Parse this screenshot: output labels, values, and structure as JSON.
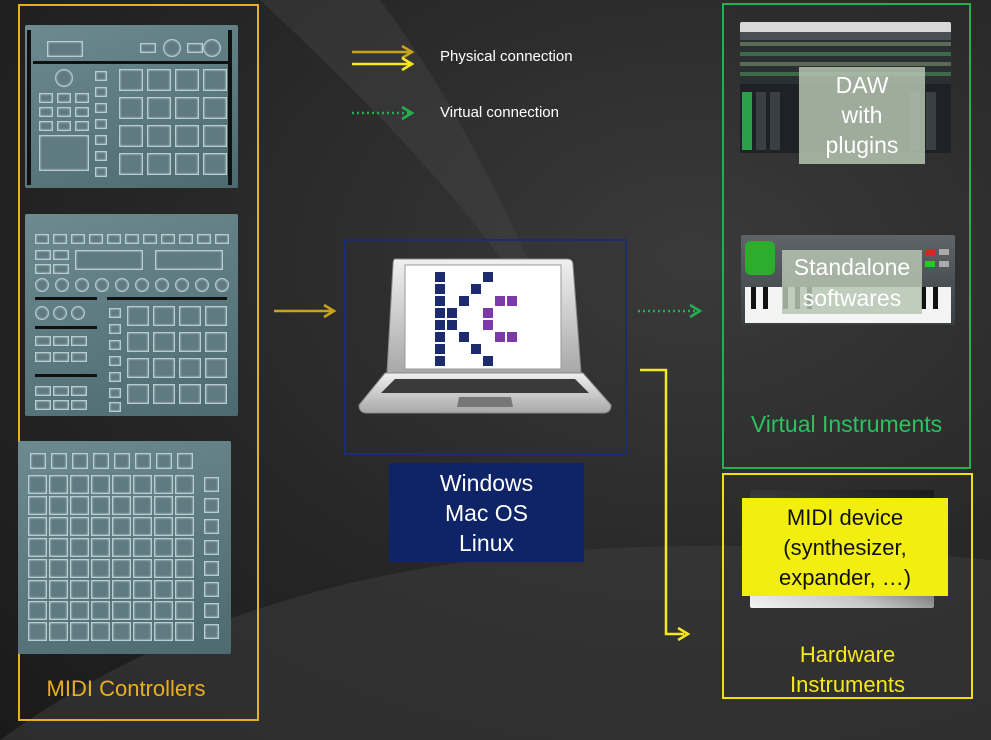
{
  "legend": {
    "physical_label": "Physical connection",
    "virtual_label": "Virtual connection"
  },
  "controllers": {
    "group_label": "MIDI Controllers"
  },
  "computer": {
    "os_lines": [
      "Windows",
      "Mac OS",
      "Linux"
    ]
  },
  "virtual_instruments": {
    "group_label": "Virtual Instruments",
    "daw_lines": [
      "DAW",
      "with",
      "plugins"
    ],
    "standalone_lines": [
      "Standalone",
      "softwares"
    ]
  },
  "hardware_instruments": {
    "group_label_lines": [
      "Hardware",
      "Instruments"
    ],
    "device_lines": [
      "MIDI device",
      "(synthesizer,",
      "expander, …)"
    ]
  },
  "colors": {
    "controllers_border": "#e8b020",
    "computer_border": "#1a2d6e",
    "os_box_bg": "#0f2466",
    "virtual_border": "#22b050",
    "virtual_text": "#2ec060",
    "hardware_border": "#f0e010",
    "hardware_text": "#f5e81c",
    "physical_arrow": "#c8a418",
    "physical_arrow_bright": "#f5e81c",
    "virtual_arrow": "#22b050",
    "device_box_bg": "#f2ee10"
  }
}
